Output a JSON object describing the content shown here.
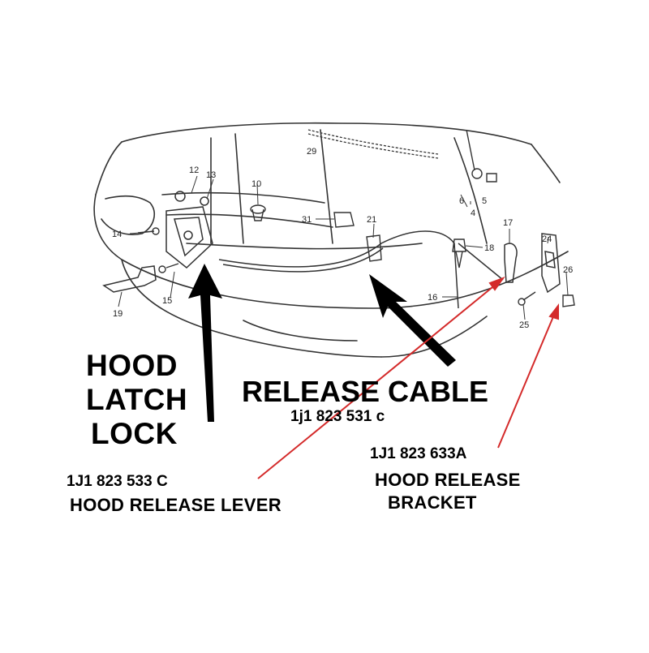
{
  "callouts": [
    "29",
    "6",
    "5",
    "4",
    "12",
    "13",
    "10",
    "31",
    "21",
    "17",
    "18",
    "24",
    "26",
    "14",
    "16",
    "25",
    "19",
    "15"
  ],
  "annotations": {
    "latch_title_1": "HOOD",
    "latch_title_2": "LATCH",
    "latch_title_3": "LOCK",
    "cable_title": "RELEASE CABLE",
    "cable_part": "1j1 823 531 c",
    "lever_part": "1J1 823 533 C",
    "lever_title": "HOOD RELEASE LEVER",
    "bracket_part": "1J1 823 633A",
    "bracket_title_1": "HOOD RELEASE",
    "bracket_title_2": "BRACKET"
  },
  "colors": {
    "arrow_red": "#d42a2a",
    "line_art": "#333333"
  }
}
